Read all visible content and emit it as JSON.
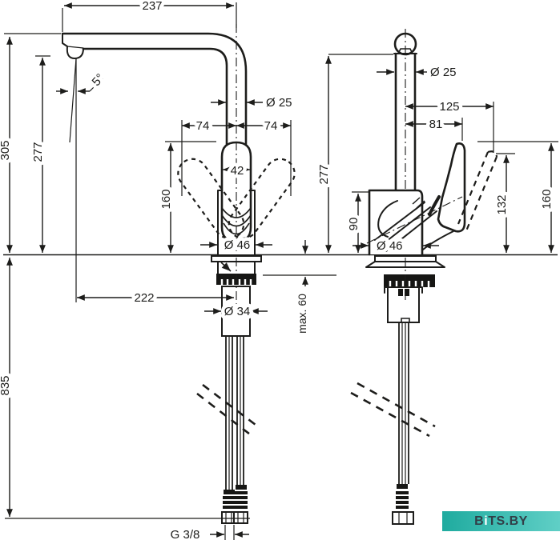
{
  "drawing": {
    "front": {
      "spout_reach": "237",
      "spout_angle": "5°",
      "total_height": "305",
      "outlet_height": "277",
      "spout_diameter": "Ø 25",
      "swing_left": "74",
      "swing_right": "74",
      "handle_width": "42",
      "handle_height": "160",
      "base_diameter": "Ø 46",
      "outlet_offset": "222",
      "shank_diameter": "Ø 34",
      "max_deck_thickness": "max. 60",
      "hose_length": "835",
      "thread_size": "G 3/8"
    },
    "side": {
      "pipe_diameter": "Ø 25",
      "handle_reach": "125",
      "handle_offset": "81",
      "outlet_height": "277",
      "body_height": "90",
      "handle_down_height": "132",
      "handle_up_height": "160",
      "base_diameter": "Ø 46"
    },
    "line_color": "#1d1d1b"
  },
  "watermark": {
    "prefix": "B",
    "i": "i",
    "suffix": "TS.BY",
    "band_color_start": "#1fab9f",
    "band_color_end": "#60cfc6",
    "text_color": "#323f48",
    "i_color": "#ffffff"
  }
}
